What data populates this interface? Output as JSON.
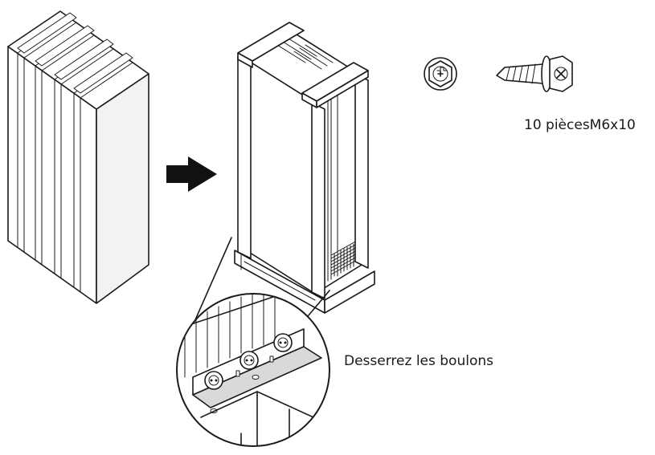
{
  "labels": {
    "screws": "10 piècesM6x10",
    "loosen_bolts": "Desserrez les boulons"
  },
  "colors": {
    "stroke": "#1a1a1a",
    "fill_light": "#ffffff",
    "fill_shade": "#d9d9d9",
    "arrow": "#111111"
  },
  "icons": [
    "packaged-unit-illustration",
    "right-arrow-icon",
    "unboxed-unit-illustration",
    "screw-head-icon",
    "screw-side-icon",
    "bracket-detail-magnifier"
  ]
}
